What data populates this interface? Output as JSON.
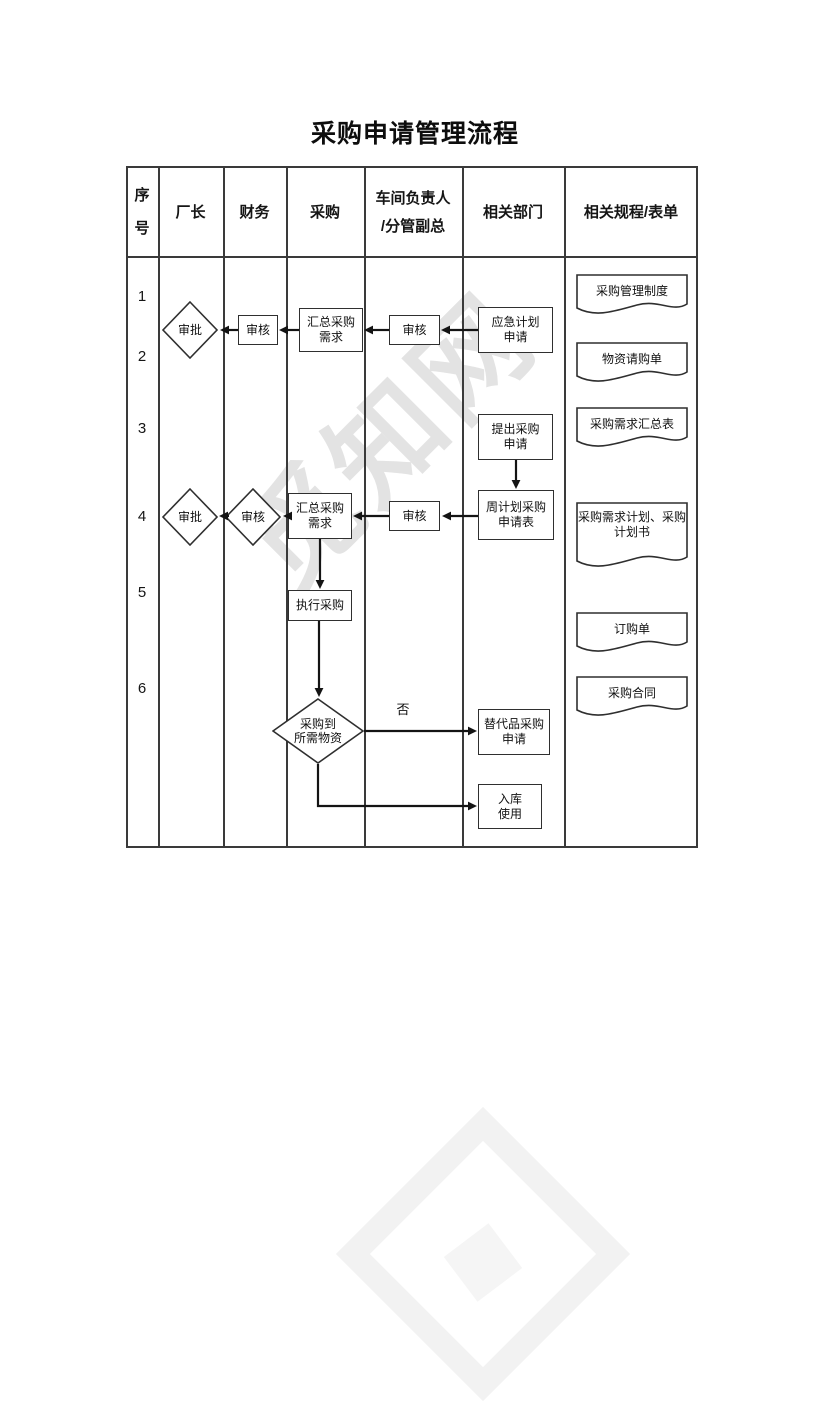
{
  "title": "采购申请管理流程",
  "watermark": "觅知网",
  "header": {
    "seq1": "序",
    "seq2": "号",
    "factory_director": "厂长",
    "finance": "财务",
    "procurement": "采购",
    "workshop1": "车间负责人",
    "workshop2": "/分管副总",
    "related_dept": "相关部门",
    "related_forms": "相关规程/表单"
  },
  "rows": [
    {
      "n": "1"
    },
    {
      "n": "2"
    },
    {
      "n": "3"
    },
    {
      "n": "4"
    },
    {
      "n": "5"
    },
    {
      "n": "6"
    }
  ],
  "flow": {
    "r1_approve": "审批",
    "r1_review_finance": "审核",
    "r1_summary1": "汇总采购",
    "r1_summary2": "需求",
    "r1_review_workshop": "审核",
    "r1_emergency1": "应急计划",
    "r1_emergency2": "申请",
    "r3_propose1": "提出采购",
    "r3_propose2": "申请",
    "r4_approve": "审批",
    "r4_review_finance": "审核",
    "r4_summary1": "汇总采购",
    "r4_summary2": "需求",
    "r4_review_workshop": "审核",
    "r4_weekly1": "周计划采购",
    "r4_weekly2": "申请表",
    "r5_execute": "执行采购",
    "r6_decision1": "采购到",
    "r6_decision2": "所需物资",
    "r6_no": "否",
    "r6_substitute1": "替代品采购",
    "r6_substitute2": "申请",
    "r6_warehouse1": "入库",
    "r6_warehouse2": "使用"
  },
  "documents": {
    "d1": "采购管理制度",
    "d2": "物资请购单",
    "d3": "采购需求汇总表",
    "d4_1": "采购需求计划、采购",
    "d4_2": "计划书",
    "d5": "订购单",
    "d6": "采购合同"
  },
  "colors": {
    "table_line": "#3a3a3a",
    "shape_border": "#2f2f2f",
    "arrow": "#141414",
    "watermark_gray": "#e0e0e0"
  }
}
